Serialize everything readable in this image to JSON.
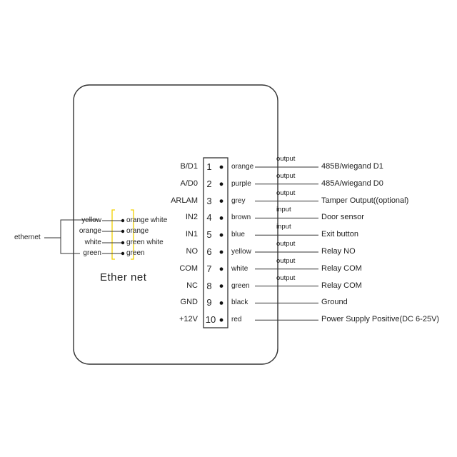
{
  "ethernet": {
    "title": "Ether net",
    "group_label": "ethernet",
    "outer_colors": [
      "yellow",
      "orange",
      "white",
      "green"
    ],
    "inner_colors": [
      "orange white",
      "orange",
      "green white",
      "green"
    ]
  },
  "terminal": {
    "pins": [
      {
        "label": "B/D1",
        "num": "1",
        "color": "orange",
        "dir": "output",
        "function": "485B/wiegand D1"
      },
      {
        "label": "A/D0",
        "num": "2",
        "color": "purple",
        "dir": "output",
        "function": "485A/wiegand D0"
      },
      {
        "label": "ARLAM",
        "num": "3",
        "color": "grey",
        "dir": "output",
        "function": "Tamper Output((optional)"
      },
      {
        "label": "IN2",
        "num": "4",
        "color": "brown",
        "dir": "input",
        "function": "Door sensor"
      },
      {
        "label": "IN1",
        "num": "5",
        "color": "blue",
        "dir": "input",
        "function": "Exit button"
      },
      {
        "label": "NO",
        "num": "6",
        "color": "yellow",
        "dir": "output",
        "function": "Relay NO"
      },
      {
        "label": "COM",
        "num": "7",
        "color": "white",
        "dir": "output",
        "function": "Relay COM"
      },
      {
        "label": "NC",
        "num": "8",
        "color": "green",
        "dir": "output",
        "function": "Relay COM"
      },
      {
        "label": "GND",
        "num": "9",
        "color": "black",
        "dir": "",
        "function": "Ground"
      },
      {
        "label": "+12V",
        "num": "10",
        "color": "red",
        "dir": "",
        "function": "Power Supply Positive(DC 6-25V)"
      }
    ]
  },
  "colors": {
    "stroke": "#333333",
    "connector_highlight": "#f2d000"
  }
}
